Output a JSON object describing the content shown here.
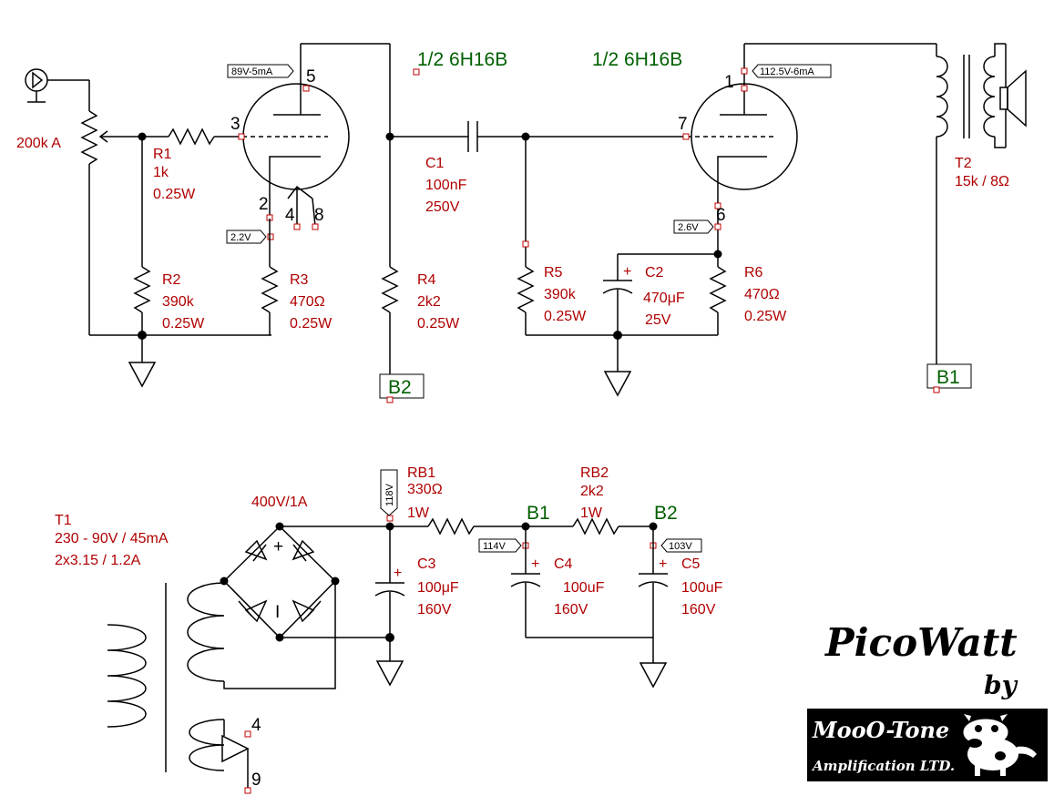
{
  "tubes": {
    "v1_label": "1/2 6H16B",
    "v2_label": "1/2 6H16B",
    "v1_pins": {
      "plate": "5",
      "grid": "3",
      "cathode": "2",
      "heater_a": "4",
      "heater_b": "8"
    },
    "v2_pins": {
      "plate": "1",
      "grid": "7",
      "cathode": "6"
    }
  },
  "voltage_tags": {
    "v1_plate": "89V-5mA",
    "v1_cathode": "2.2V",
    "v2_plate": "112.5V-6mA",
    "v2_cathode": "2.6V",
    "supply_main": "118V",
    "node_b1": "114V",
    "node_b2": "103V"
  },
  "components": {
    "pot": "200k A",
    "r1": {
      "name": "R1",
      "value": "1k",
      "power": "0.25W"
    },
    "r2": {
      "name": "R2",
      "value": "390k",
      "power": "0.25W"
    },
    "r3": {
      "name": "R3",
      "value": "470Ω",
      "power": "0.25W"
    },
    "r4": {
      "name": "R4",
      "value": "2k2",
      "power": "0.25W"
    },
    "r5": {
      "name": "R5",
      "value": "390k",
      "power": "0.25W"
    },
    "r6": {
      "name": "R6",
      "value": "470Ω",
      "power": "0.25W"
    },
    "c1": {
      "name": "C1",
      "value": "100nF",
      "voltage": "250V"
    },
    "c2": {
      "name": "C2",
      "value": "470μF",
      "voltage": "25V"
    },
    "c3": {
      "name": "C3",
      "value": "100μF",
      "voltage": "160V"
    },
    "c4": {
      "name": "C4",
      "value": "100uF",
      "voltage": "160V"
    },
    "c5": {
      "name": "C5",
      "value": "100uF",
      "voltage": "160V"
    },
    "rb1": {
      "name": "RB1",
      "value": "330Ω",
      "power": "1W"
    },
    "rb2": {
      "name": "RB2",
      "value": "2k2",
      "power": "1W"
    },
    "t2": {
      "name": "T2",
      "spec": "15k / 8Ω"
    },
    "t1": {
      "name": "T1",
      "spec1": "230 - 90V / 45mA",
      "spec2": "2x3.15 / 1.2A"
    },
    "bridge": "400V/1A",
    "bridge_plus": "+",
    "bridge_minus": "I",
    "cap_plus": "+"
  },
  "nodes": {
    "b1": "B1",
    "b2": "B2"
  },
  "heater_pins": {
    "top": "4",
    "bottom": "9"
  },
  "logo": {
    "title": "PicoWatt",
    "by": "by",
    "brand": "MooO-Tone",
    "company": "Amplification LTD."
  },
  "colors": {
    "label": "#b00000",
    "node_label": "#006000",
    "pin": "#c00000",
    "wire": "#000000"
  }
}
